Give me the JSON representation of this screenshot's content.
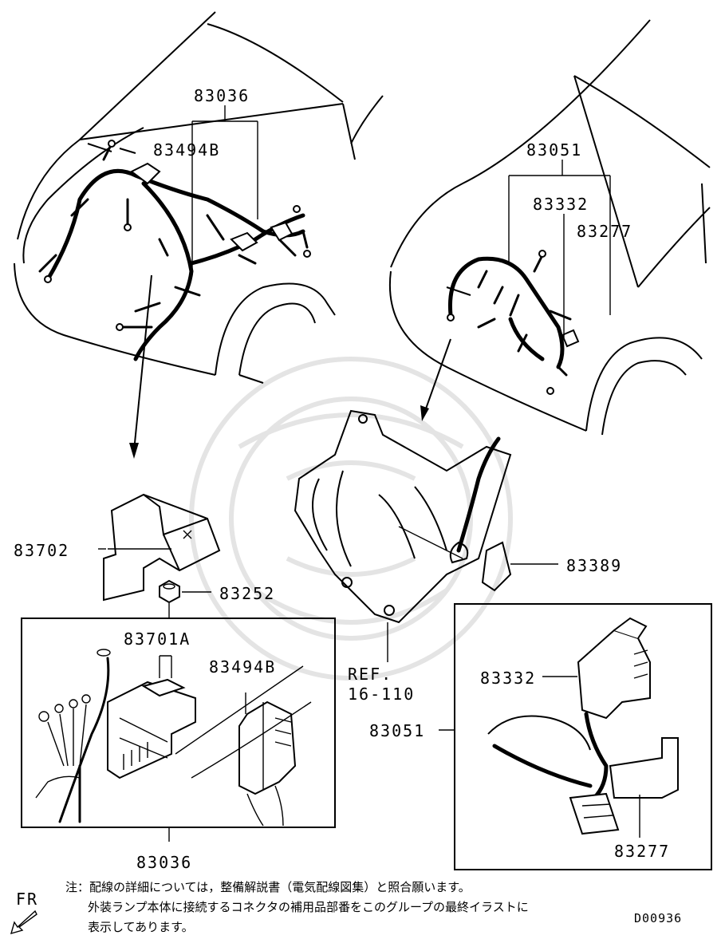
{
  "labels": {
    "p83036_top": "83036",
    "p83494B_top": "83494B",
    "p83051_top": "83051",
    "p83332_top": "83332",
    "p83277_top": "83277",
    "p83702": "83702",
    "p83252": "83252",
    "p83389": "83389",
    "p83701A": "83701A",
    "p83494B_detail": "83494B",
    "p83036_bottom": "83036",
    "ref_line1": "REF.",
    "ref_line2": "16-110",
    "p83332_detail": "83332",
    "p83051_detail": "83051",
    "p83277_detail": "83277"
  },
  "footer": {
    "note_line1": "注：配線の詳細については，整備解説書（電気配線図集）と照合願います。",
    "note_line2": "外装ランプ本体に接続するコネクタの補用品部番をこのグループの最終イラストに",
    "note_line3": "表示してあります。",
    "fr_label": "FR",
    "diagram_code": "D00936"
  }
}
